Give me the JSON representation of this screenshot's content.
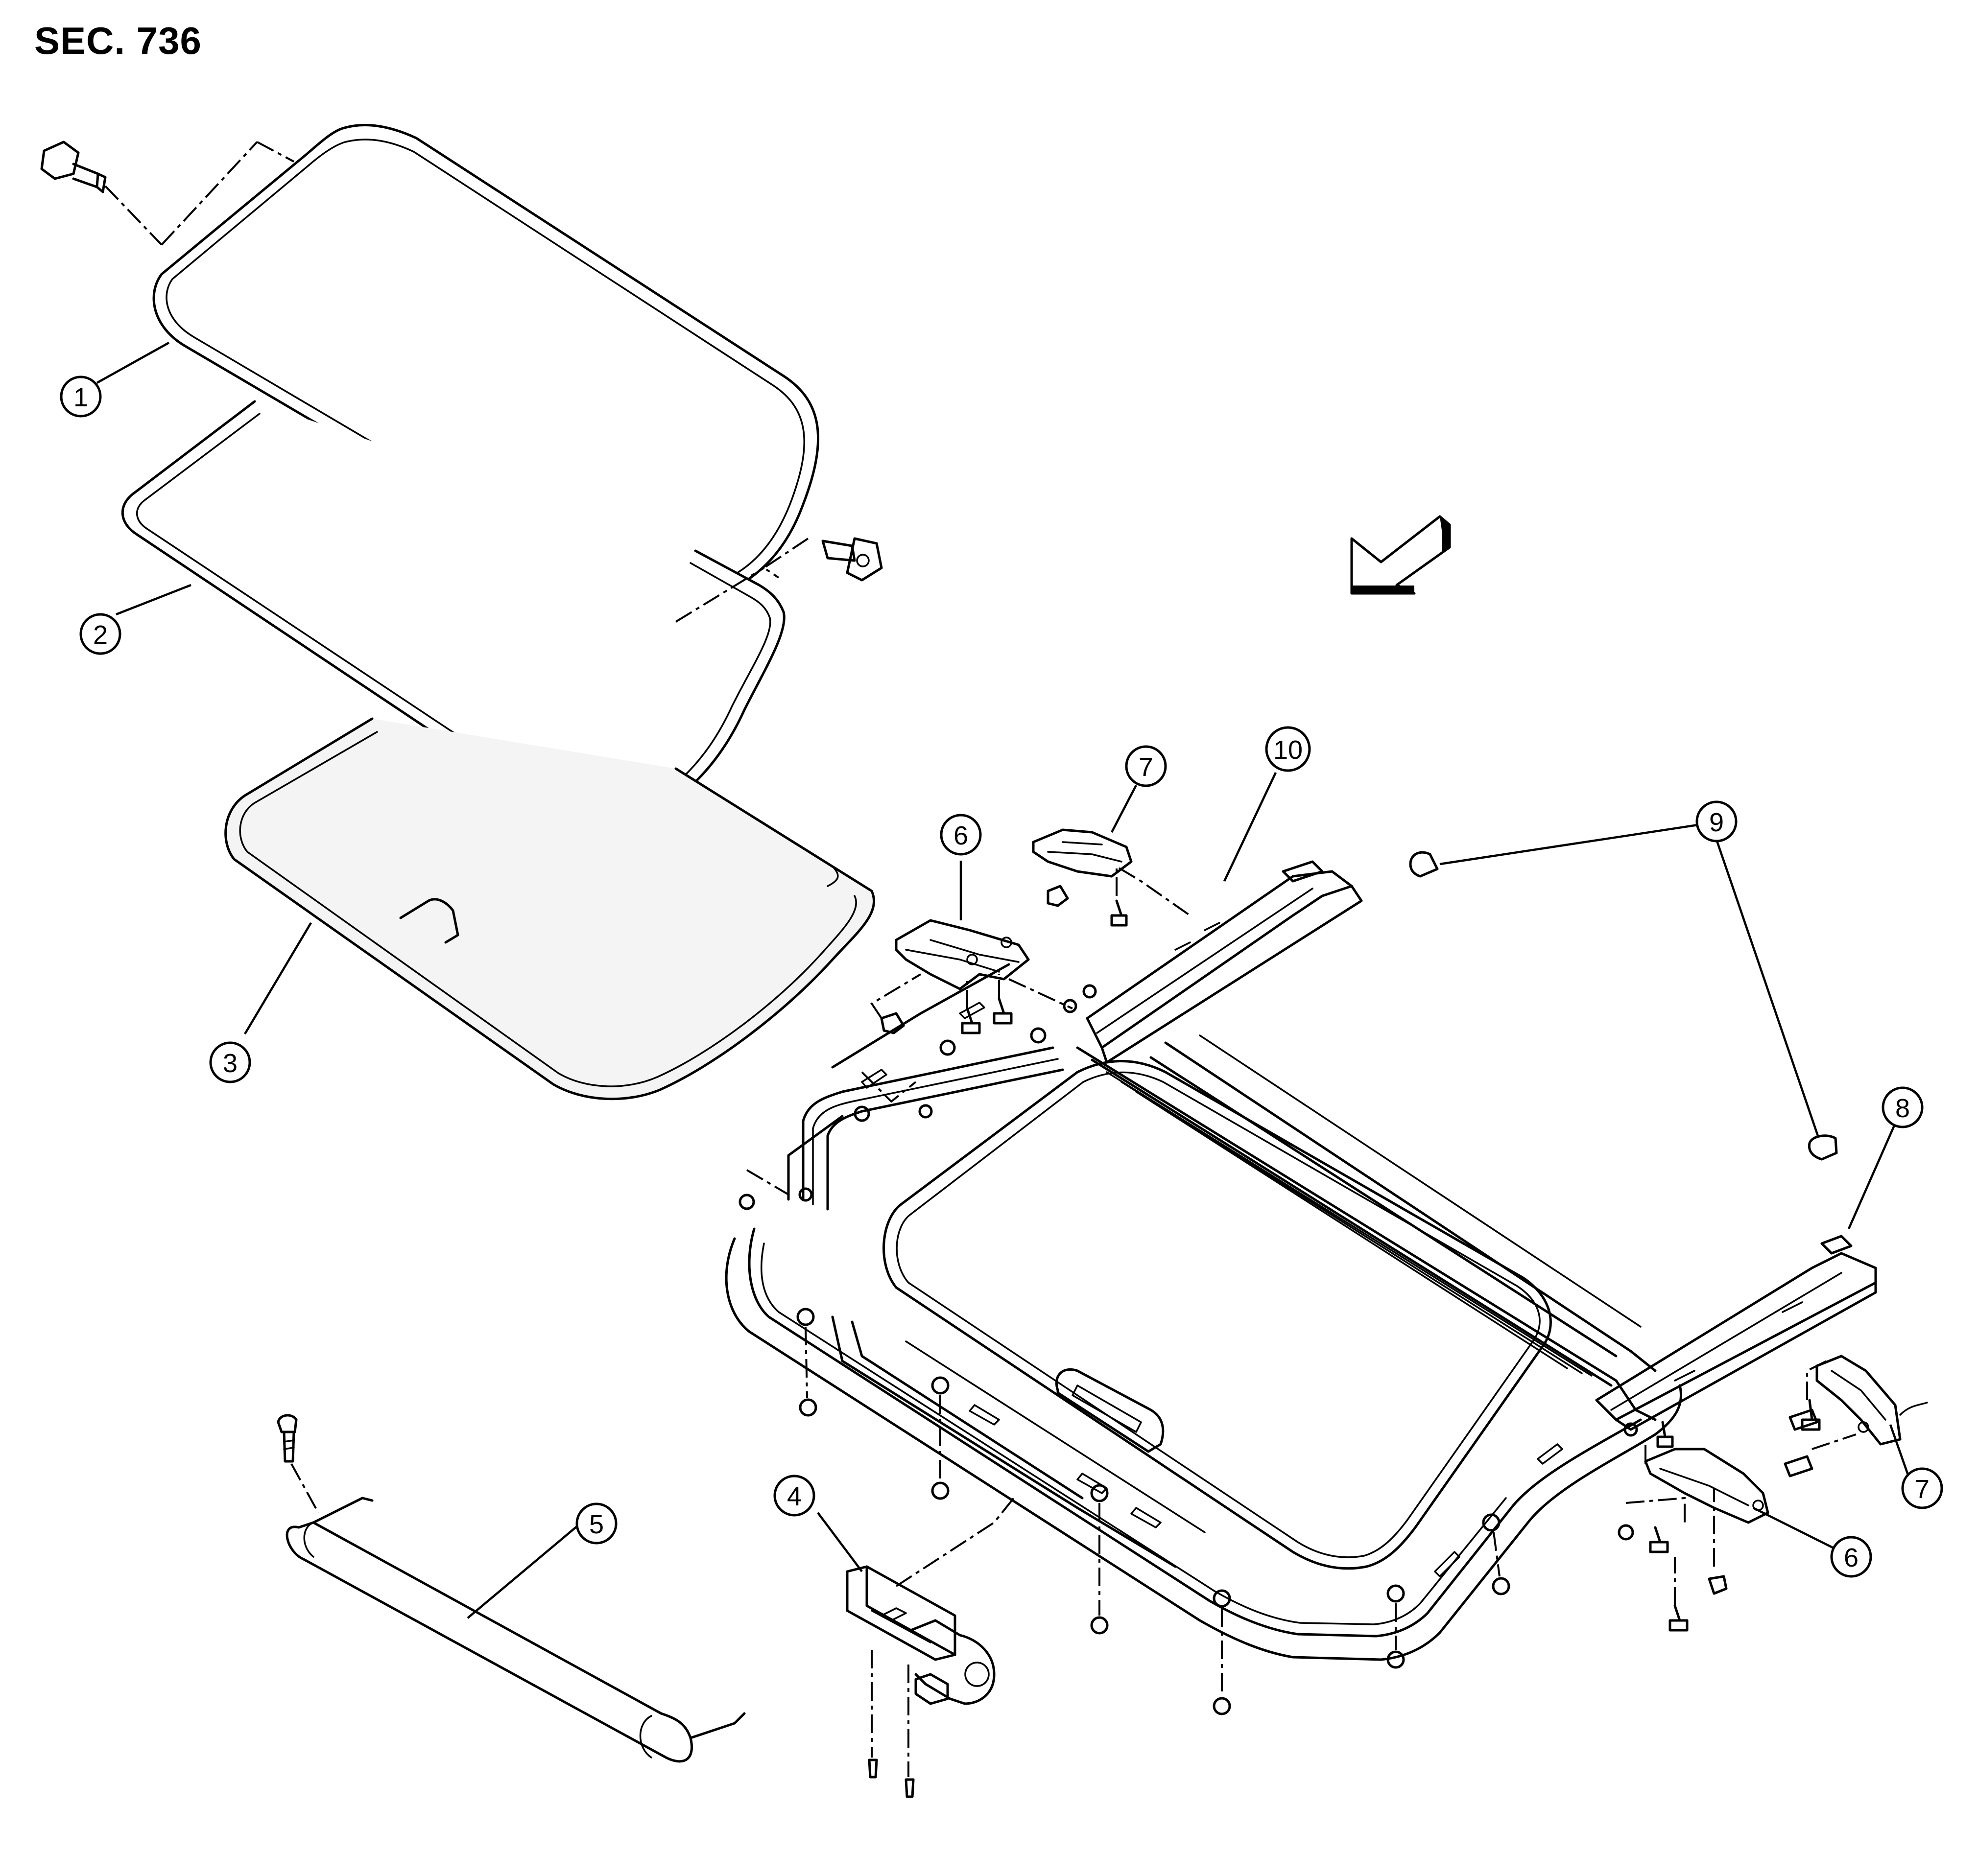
{
  "header": {
    "section": "SEC. 736"
  },
  "callouts": [
    {
      "id": "c1",
      "label": "1"
    },
    {
      "id": "c2",
      "label": "2"
    },
    {
      "id": "c3",
      "label": "3"
    },
    {
      "id": "c4",
      "label": "4"
    },
    {
      "id": "c5",
      "label": "5"
    },
    {
      "id": "c6a",
      "label": "6"
    },
    {
      "id": "c6b",
      "label": "6"
    },
    {
      "id": "c7a",
      "label": "7"
    },
    {
      "id": "c7b",
      "label": "7"
    },
    {
      "id": "c8",
      "label": "8"
    },
    {
      "id": "c9",
      "label": "9"
    },
    {
      "id": "c10",
      "label": "10"
    }
  ],
  "icons": {
    "direction_arrow": "front-direction-arrow-icon"
  }
}
